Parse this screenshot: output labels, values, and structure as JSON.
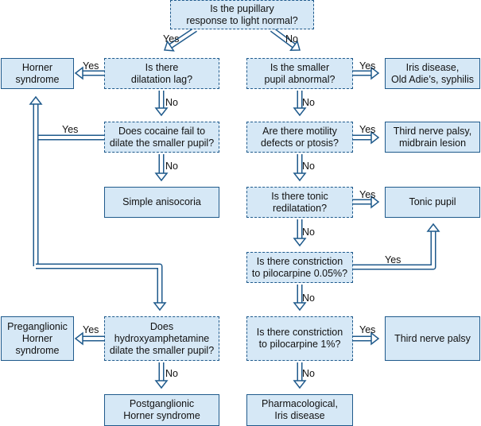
{
  "nodes": {
    "q_pupillary": "Is the pupillary\nresponse to light normal?",
    "q_dilatation_lag": "Is there\ndilatation lag?",
    "q_cocaine": "Does cocaine fail to\ndilate the smaller pupil?",
    "q_hydroxy": "Does\nhydroxyamphetamine\ndilate the smaller pupil?",
    "q_smaller_abnormal": "Is the smaller\npupil abnormal?",
    "q_motility": "Are there motility\ndefects or ptosis?",
    "q_tonic": "Is there tonic\nredilatation?",
    "q_pilo_005": "Is there constriction\nto pilocarpine 0.05%?",
    "q_pilo_1": "Is there constriction\nto pilocarpine 1%?",
    "o_horner": "Horner\nsyndrome",
    "o_simple": "Simple anisocoria",
    "o_preganglionic": "Preganglionic\nHorner\nsyndrome",
    "o_postganglionic": "Postganglionic\nHorner syndrome",
    "o_iris": "Iris disease,\nOld Adie’s, syphilis",
    "o_third_midbrain": "Third nerve palsy,\nmidbrain lesion",
    "o_tonic": "Tonic pupil",
    "o_third": "Third nerve palsy",
    "o_pharmacological": "Pharmacological,\nIris disease"
  },
  "labels": {
    "yes": "Yes",
    "no": "No"
  },
  "colors": {
    "box_fill": "#d6e8f6",
    "border": "#1f5a8c",
    "arrow_outline": "#1f5a8c",
    "arrow_fill": "#ffffff"
  }
}
